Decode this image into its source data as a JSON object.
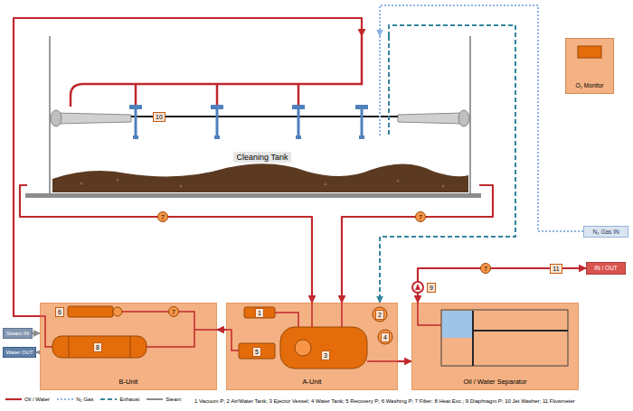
{
  "diagram": {
    "nodes": [
      {
        "text": [
          "Cleaning Tank"
        ]
      },
      {
        "text": [
          "O₂ Monitor"
        ]
      },
      {
        "text": [
          "N₂ Gas IN"
        ]
      },
      {
        "text": [
          "IN / OUT"
        ]
      },
      {
        "text": [
          "Steam IN"
        ]
      },
      {
        "text": [
          "Water OUT"
        ]
      },
      {
        "text": [
          "B-Unit"
        ]
      },
      {
        "text": [
          "A-Unit"
        ]
      },
      {
        "text": [
          "Oil / Water Separator"
        ]
      }
    ],
    "edges": [
      {
        "from": 0,
        "to": 7,
        "arrow": "to"
      },
      {
        "from": 0,
        "to": 7,
        "arrow": "to"
      },
      {
        "from": 6,
        "to": 0,
        "arrow": "to"
      },
      {
        "from": 7,
        "to": 6,
        "arrow": "to"
      },
      {
        "from": 7,
        "to": 8,
        "arrow": "to"
      },
      {
        "from": 3,
        "to": 8,
        "arrow": "both"
      },
      {
        "from": 2,
        "to": 0,
        "arrow": "to"
      },
      {
        "from": 0,
        "to": 7,
        "arrow": "to"
      },
      {
        "from": 4,
        "to": 6,
        "arrow": "to"
      },
      {
        "from": 6,
        "to": 5,
        "arrow": "to"
      }
    ],
    "labels": [
      "10",
      "7",
      "7",
      "7",
      "6",
      "8",
      "1",
      "2",
      "3",
      "4",
      "5",
      "9",
      "7",
      "11",
      "1 Vacuum P; 2 Air/Water Tank; 3 Ejector Vessel; 4 Water Tank; 5 Recovery P; 6 Washing P; 7 Filter; 8 Heat Exc.; 9 Diaphragm P; 10 Jet Washer; 11 Flowmeter"
    ],
    "legend": [
      {
        "text": "Oil / Water"
      },
      {
        "text": "N₂ Gas"
      },
      {
        "text": "Exhaust"
      },
      {
        "text": "Steam"
      }
    ]
  }
}
